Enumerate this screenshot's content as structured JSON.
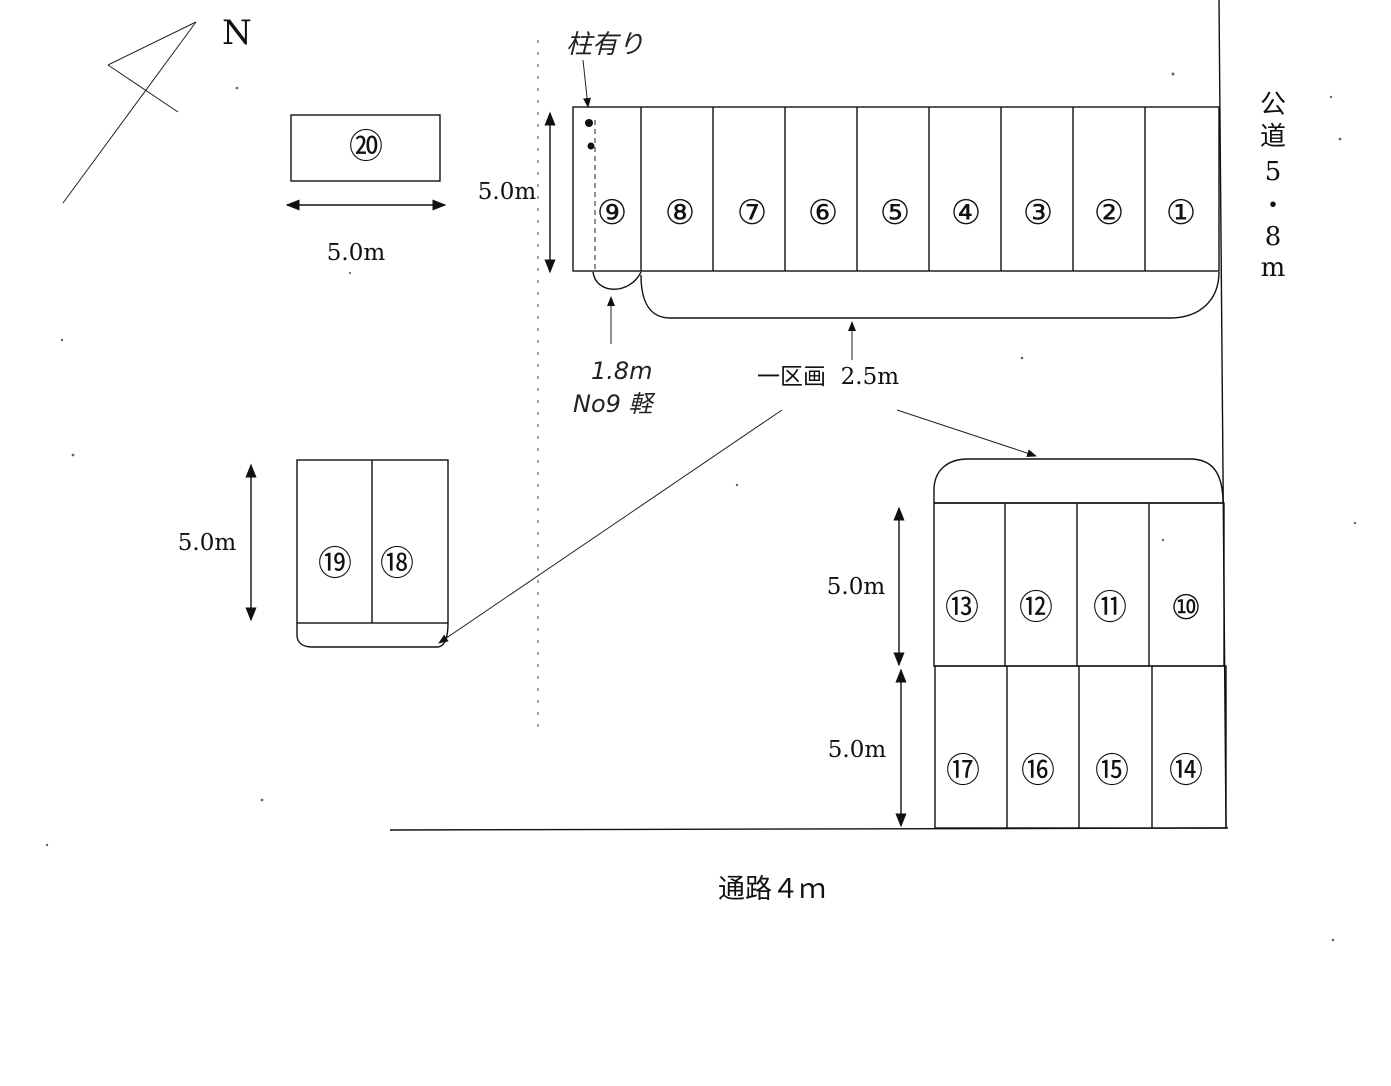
{
  "compass": {
    "label": "N"
  },
  "road_right": {
    "chars": [
      "公",
      "道",
      "5",
      "・",
      "8",
      "m"
    ]
  },
  "road_bottom": {
    "label": "通路４ｍ"
  },
  "spaces": {
    "s1": "①",
    "s2": "②",
    "s3": "③",
    "s4": "④",
    "s5": "⑤",
    "s6": "⑥",
    "s7": "⑦",
    "s8": "⑧",
    "s9": "⑨",
    "s10": "⑩",
    "s11": "⑪",
    "s12": "⑫",
    "s13": "⑬",
    "s14": "⑭",
    "s15": "⑮",
    "s16": "⑯",
    "s17": "⑰",
    "s18": "⑱",
    "s19": "⑲",
    "s20": "⑳"
  },
  "dims": {
    "space20_width": "5.0m",
    "top_row_depth": "5.0m",
    "left_block_depth": "5.0m",
    "right_upper_depth": "5.0m",
    "right_lower_depth": "5.0m",
    "section_width": "一区画  2.5m"
  },
  "notes": {
    "pillar": "柱有り",
    "no9_width": "1.8m",
    "no9_kei": "No9 軽"
  },
  "colors": {
    "ink": "#111111",
    "paper": "#ffffff"
  }
}
